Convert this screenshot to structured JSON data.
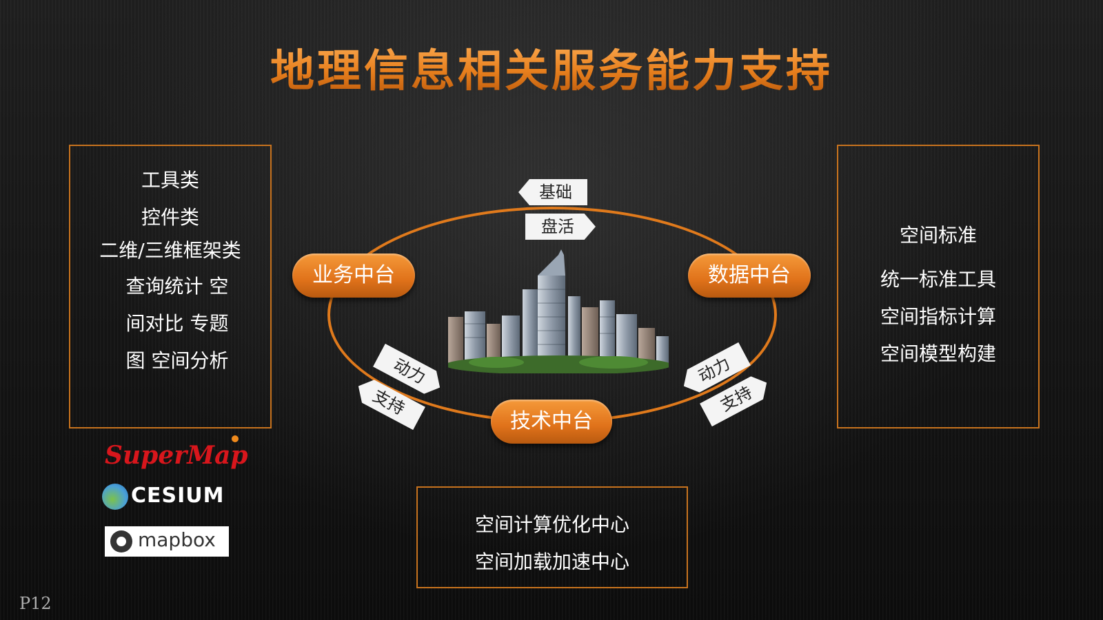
{
  "title": "地理信息相关服务能力支持",
  "left_box": {
    "lines": [
      "工具类",
      "控件类",
      "二维/三维框架类",
      "查询统计 空",
      "间对比 专题",
      "图 空间分析"
    ]
  },
  "right_box": {
    "lines": [
      "空间标准",
      "统一标准工具",
      "空间指标计算",
      "空间模型构建"
    ]
  },
  "bottom_box": {
    "lines": [
      "空间计算优化中心",
      "空间加载加速中心"
    ]
  },
  "diagram": {
    "pills": {
      "business": "业务中台",
      "data": "数据中台",
      "tech": "技术中台"
    },
    "arrows": {
      "top_left": "基础",
      "top_right": "盘活",
      "left_power": "动力",
      "left_support": "支持",
      "right_power": "动力",
      "right_support": "支持"
    },
    "center_image": "city-skyline-icon"
  },
  "logos": {
    "supermap": "SuperMap",
    "cesium": "CESIUM",
    "mapbox": "mapbox"
  },
  "page_number": "P12",
  "colors": {
    "accent": "#e07a1c",
    "title_gradient_top": "#ffb35c",
    "title_gradient_bottom": "#b8560a",
    "background": "#141414"
  }
}
